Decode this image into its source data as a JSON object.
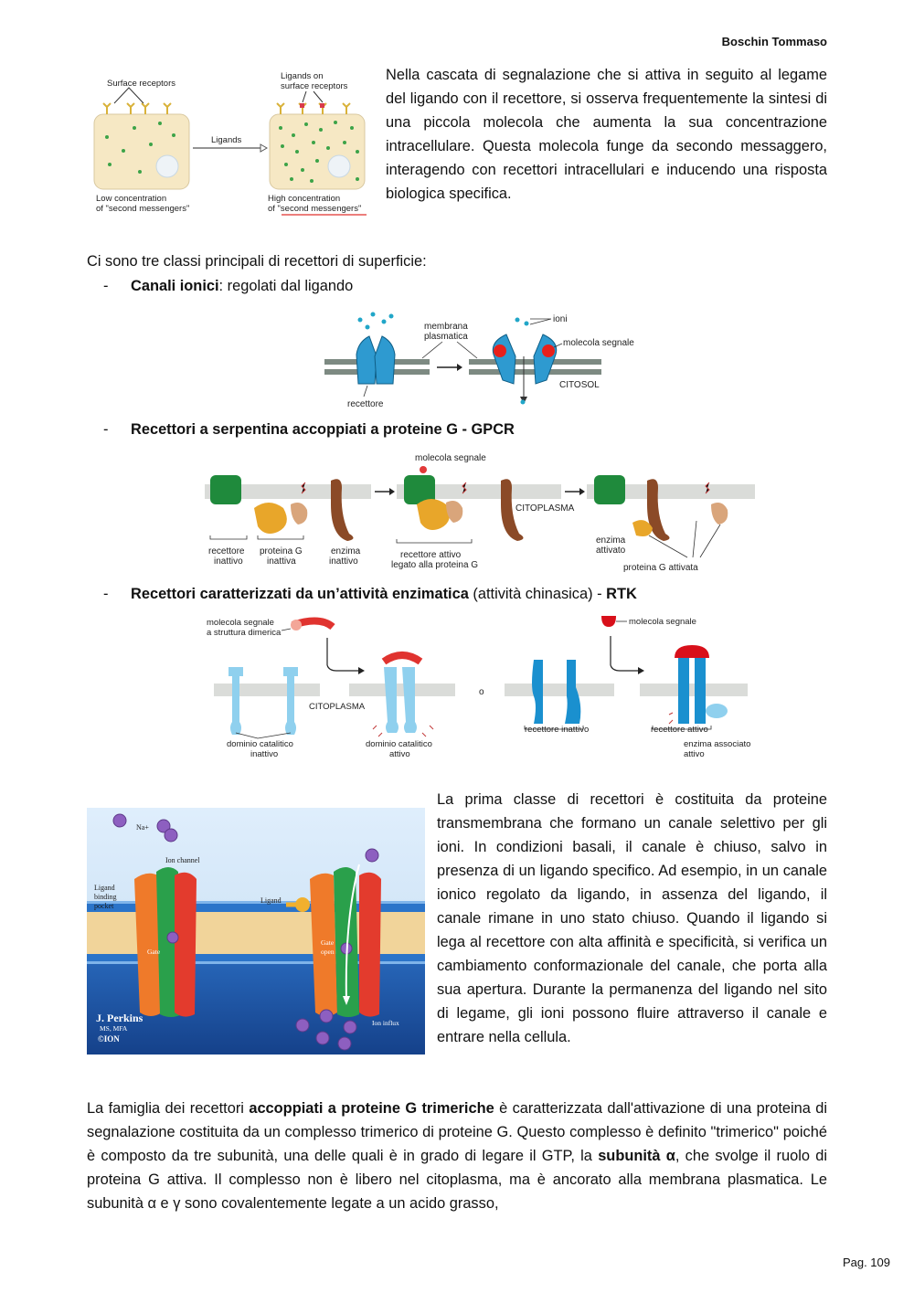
{
  "header": {
    "author": "Boschin Tommaso"
  },
  "fig_second_messengers": {
    "surface_receptors": "Surface receptors",
    "ligands_on_1": "Ligands on",
    "ligands_on_2": "surface receptors",
    "ligands": "Ligands",
    "low_1": "Low concentration",
    "low_2": "of \"second messengers\"",
    "high_1": "High concentration",
    "high_2": "of \"second messengers\""
  },
  "intro_paragraph": "Nella cascata di segnalazione che si attiva in seguito al legame del ligando con il recettore, si osserva frequentemente la sintesi di una piccola molecola che aumenta la sua concentrazione intracellulare. Questa molecola funge da secondo messaggero, interagendo con recettori intracellulari e inducendo una risposta biologica specifica.",
  "classes_intro": "Ci sono tre classi principali di recettori di superficie:",
  "bullets": [
    {
      "dash": "-",
      "bold": "Canali ionici",
      "rest": ": regolati dal ligando"
    },
    {
      "dash": "-",
      "bold": "Recettori a serpentina accoppiati a proteine G - GPCR",
      "rest": ""
    },
    {
      "dash": "-",
      "bold": "Recettori caratterizzati da un’attività enzimatica",
      "rest": " (attività chinasica) - ",
      "bold2": "RTK"
    }
  ],
  "fig_ion_channel": {
    "membrana_1": "membrana",
    "membrana_2": "plasmatica",
    "ioni": "ioni",
    "molecola_segnale": "molecola segnale",
    "citosol": "CITOSOL",
    "recettore": "recettore"
  },
  "fig_gpcr": {
    "molecola_segnale": "molecola segnale",
    "citoplasma": "CITOPLASMA",
    "recettore_inattivo_1": "recettore",
    "recettore_inattivo_2": "inattivo",
    "proteina_g_inattiva_1": "proteina G",
    "proteina_g_inattiva_2": "inattiva",
    "enzima_inattivo_1": "enzima",
    "enzima_inattivo_2": "inattivo",
    "recettore_attivo_1": "recettore attivo",
    "recettore_attivo_2": "legato alla proteina G",
    "enzima_attivato_1": "enzima",
    "enzima_attivato_2": "attivato",
    "proteina_g_attivata": "proteina G attivata"
  },
  "fig_rtk": {
    "molecola_dimerica_1": "molecola segnale",
    "molecola_dimerica_2": "a struttura dimerica",
    "molecola_segnale": "molecola segnale",
    "citoplasma": "CITOPLASMA",
    "o": "o",
    "dominio_inattivo_1": "dominio catalitico",
    "dominio_inattivo_2": "inattivo",
    "dominio_attivo_1": "dominio catalitico",
    "dominio_attivo_2": "attivo",
    "recettore_inattivo": "recettore inattivo",
    "recettore_attivo": "recettore attivo",
    "enzima_associato_1": "enzima associato",
    "enzima_associato_2": "attivo"
  },
  "fig_ligand_gated": {
    "na": "Na+",
    "ion_channel": "Ion channel",
    "pocket_1": "Ligand",
    "pocket_2": "binding",
    "pocket_3": "pocket",
    "ligand": "Ligand",
    "gate": "Gate",
    "gate_open_1": "Gate",
    "gate_open_2": "open",
    "ion_influx": "Ion influx",
    "credit_1": "J. Perkins",
    "credit_2": "MS, MFA",
    "credit_3": "©ION"
  },
  "ion_channel_paragraph": "La prima classe di recettori è costituita da proteine transmembrana che formano un canale selettivo per gli ioni. In condizioni basali, il canale è chiuso, salvo in presenza di un ligando specifico. Ad esempio, in un canale ionico regolato da ligando, in assenza del ligando, il canale rimane in uno stato chiuso. Quando il ligando si lega al recettore con alta affinità e specificità, si verifica un cambiamento conformazionale del canale, che porta alla sua apertura. Durante la permanenza del ligando nel sito di legame, gli ioni possono fluire attraverso il canale e entrare nella cellula.",
  "gprotein_paragraph": {
    "p1": "La famiglia dei recettori ",
    "b1": "accoppiati a proteine G trimeriche",
    "p2": " è caratterizzata dall'attivazione di una proteina di segnalazione costituita da un complesso trimerico di proteine G. Questo complesso è definito \"trimerico\" poiché è composto da tre subunità, una delle quali è in grado di legare il GTP, la ",
    "b2": "subunità  α",
    "p3": ", che svolge il ruolo di proteina G attiva. Il complesso non è libero nel citoplasma, ma è ancorato alla membrana plasmatica. Le subunità α e  γ sono covalentemente legate a un acido grasso,"
  },
  "footer": {
    "page": "Pag. 109"
  }
}
